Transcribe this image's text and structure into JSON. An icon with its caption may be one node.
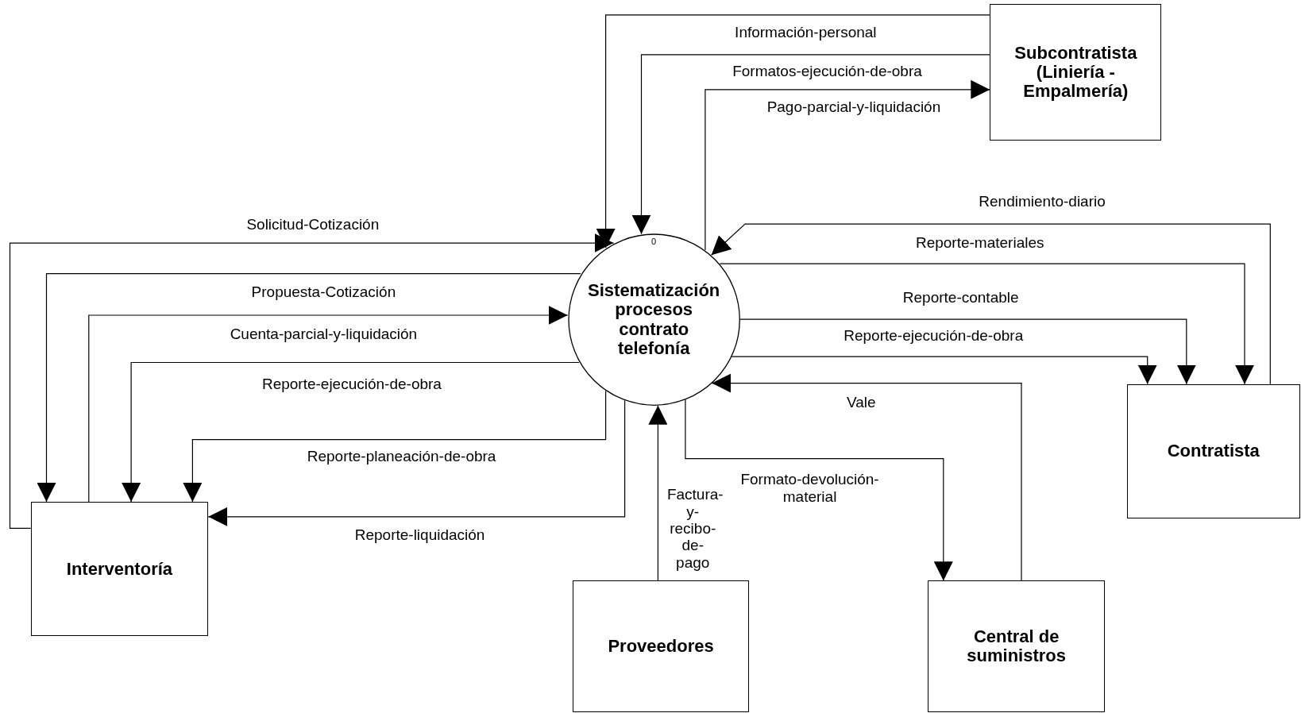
{
  "diagram": {
    "nodes": [
      {
        "text": [
          "0",
          "Sistematización procesos contrato telefonía"
        ]
      },
      {
        "text": [
          "Subcontratista (Liniería - Empalmería)"
        ]
      },
      {
        "text": [
          "Contratista"
        ]
      },
      {
        "text": [
          "Interventoría"
        ]
      },
      {
        "text": [
          "Proveedores"
        ]
      },
      {
        "text": [
          "Central de suministros"
        ]
      }
    ],
    "edges": [
      {
        "from": 1,
        "to": 0,
        "arrow": "to",
        "label": "Información-personal"
      },
      {
        "from": 1,
        "to": 0,
        "arrow": "to",
        "label": "Formatos-ejecución-de-obra"
      },
      {
        "from": 0,
        "to": 1,
        "arrow": "to",
        "label": "Pago-parcial-y-liquidación"
      },
      {
        "from": 2,
        "to": 0,
        "arrow": "to",
        "label": "Rendimiento-diario"
      },
      {
        "from": 0,
        "to": 2,
        "arrow": "to",
        "label": "Reporte-materiales"
      },
      {
        "from": 0,
        "to": 2,
        "arrow": "to",
        "label": "Reporte-contable"
      },
      {
        "from": 0,
        "to": 2,
        "arrow": "to",
        "label": "Reporte-ejecución-de-obra"
      },
      {
        "from": 5,
        "to": 0,
        "arrow": "to",
        "label": "Vale"
      },
      {
        "from": 0,
        "to": 5,
        "arrow": "to",
        "label": "Formato-devolución-material"
      },
      {
        "from": 4,
        "to": 0,
        "arrow": "to",
        "label": "Factura- y- recibo- de- pago"
      },
      {
        "from": 3,
        "to": 0,
        "arrow": "to",
        "label": "Solicitud-Cotización"
      },
      {
        "from": 0,
        "to": 3,
        "arrow": "to",
        "label": "Propuesta-Cotización"
      },
      {
        "from": 3,
        "to": 0,
        "arrow": "to",
        "label": "Cuenta-parcial-y-liquidación"
      },
      {
        "from": 0,
        "to": 3,
        "arrow": "to",
        "label": "Reporte-ejecución-de-obra"
      },
      {
        "from": 0,
        "to": 3,
        "arrow": "to",
        "label": "Reporte-planeación-de-obra"
      },
      {
        "from": 0,
        "to": 3,
        "arrow": "to",
        "label": "Reporte-liquidación"
      }
    ]
  }
}
